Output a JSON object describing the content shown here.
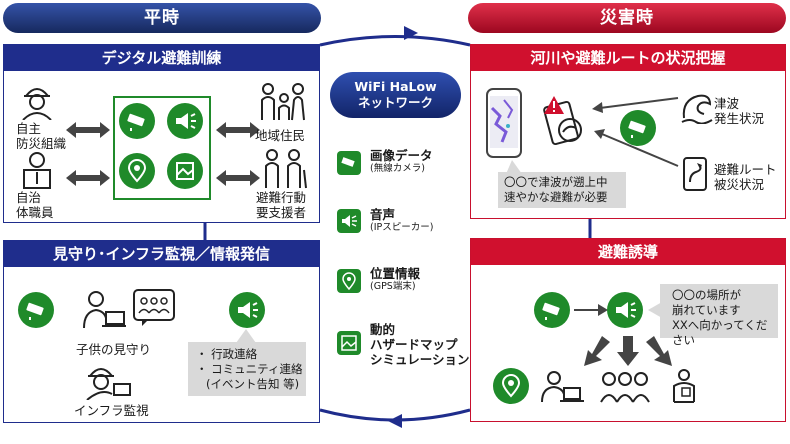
{
  "headers": {
    "normal": "平時",
    "disaster": "災害時"
  },
  "center": {
    "wifi_line1": "WiFi HaLow",
    "wifi_line2": "ネットワーク",
    "items": [
      {
        "title": "画像データ",
        "sub": "(無線カメラ)",
        "icon": "camera-icon"
      },
      {
        "title": "音声",
        "sub": "(IPスピーカー)",
        "icon": "speaker-icon"
      },
      {
        "title": "位置情報",
        "sub": "(GPS端末)",
        "icon": "location-pin-icon"
      },
      {
        "title": "動的",
        "title2": "ハザードマップ",
        "title3": "シミュレーション",
        "icon": "map-icon"
      }
    ]
  },
  "panels": {
    "training": {
      "title": "デジタル避難訓練",
      "left_top": [
        "自主",
        "防災組織"
      ],
      "left_bottom": [
        "自治",
        "体職員"
      ],
      "right_top": "地域住民",
      "right_bottom": [
        "避難行動",
        "要支援者"
      ]
    },
    "monitoring": {
      "title": "見守り･インフラ監視／情報発信",
      "child": "子供の見守り",
      "infra": "インフラ監視",
      "bullets": [
        "・ 行政連絡",
        "・ コミュニティ連絡",
        "(イベント告知 等)"
      ]
    },
    "situation": {
      "title": "河川や避難ルートの状況把握",
      "tsunami": [
        "津波",
        "発生状況"
      ],
      "route": [
        "避難ルート",
        "被災状況"
      ],
      "note": [
        "〇〇で津波が遡上中",
        "速やかな避難が必要"
      ]
    },
    "guidance": {
      "title": "避難誘導",
      "note": [
        "〇〇の場所が",
        "崩れています",
        "XXへ向かってください"
      ]
    }
  },
  "colors": {
    "blue": "#1f2d8c",
    "red": "#c8102e",
    "green": "#1f8a2a",
    "gray": "#d9d9d9"
  }
}
